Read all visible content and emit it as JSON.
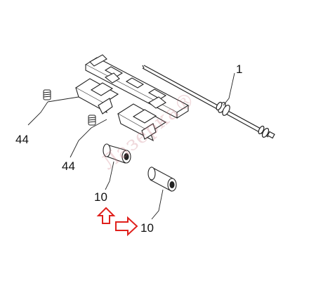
{
  "callouts": {
    "shaft": "1",
    "spring_upper": "44",
    "spring_lower": "44",
    "roller_left": "10",
    "roller_right": "10"
  },
  "watermark": "Лазерка®",
  "colors": {
    "line": "#222222",
    "arrow": "#e0201c",
    "watermark": "#c87882"
  },
  "icons": {
    "arrow_up": "arrow-up-icon",
    "arrow_right": "arrow-right-icon"
  }
}
